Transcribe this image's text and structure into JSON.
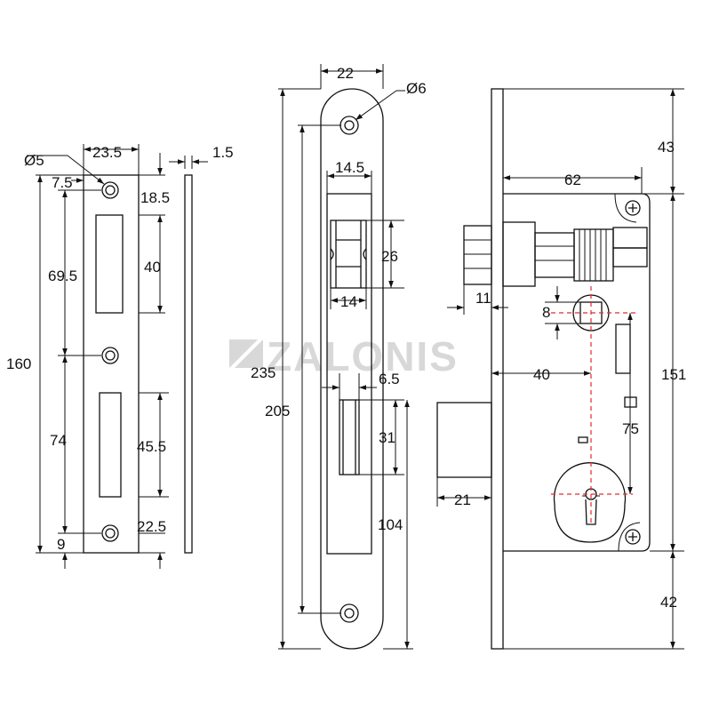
{
  "watermark": "ZALONIS",
  "strike_plate": {
    "hole_diameter": "Ø5",
    "width": "23.5",
    "thickness": "1.5",
    "hole_offset_x": "7.5",
    "top_to_slot": "18.5",
    "slot_height": "40",
    "hole_spacing_top": "69.5",
    "total_height": "160",
    "hole_spacing_bottom": "74",
    "lower_slot_height": "45.5",
    "bottom_to_slot": "22.5",
    "bottom_hole_offset": "9"
  },
  "faceplate": {
    "width": "22",
    "hole_diameter": "Ø6",
    "latch_window_width": "14.5",
    "latch_height": "26",
    "latch_width": "14",
    "total_height": "235",
    "hole_spacing": "205",
    "bolt_width": "6.5",
    "bolt_height": "31",
    "bolt_offset": "104"
  },
  "lock_body": {
    "top_offset": "43",
    "body_depth": "62",
    "latch_projection": "11",
    "square_spindle": "8",
    "backset": "40",
    "body_height": "151",
    "center_distance": "75",
    "bolt_projection": "21",
    "bottom_offset": "42"
  }
}
